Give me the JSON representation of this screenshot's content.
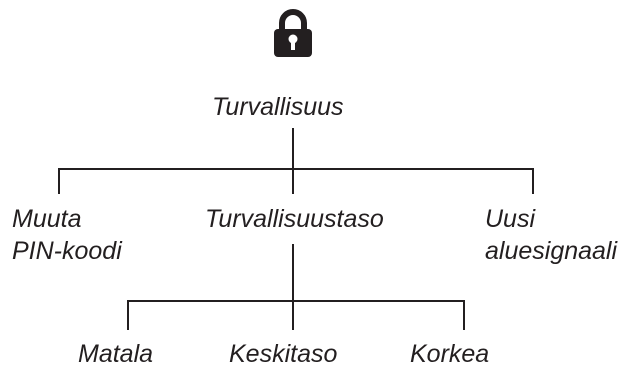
{
  "root": {
    "icon": "lock-icon",
    "label": "Turvallisuus"
  },
  "level1": [
    {
      "line1": "Muuta",
      "line2": "PIN-koodi"
    },
    {
      "line1": "Turvallisuustaso"
    },
    {
      "line1": "Uusi",
      "line2": "aluesignaali"
    }
  ],
  "level2": [
    {
      "label": "Matala"
    },
    {
      "label": "Keskitaso"
    },
    {
      "label": "Korkea"
    }
  ],
  "colors": {
    "ink": "#231f20",
    "background": "#ffffff"
  }
}
